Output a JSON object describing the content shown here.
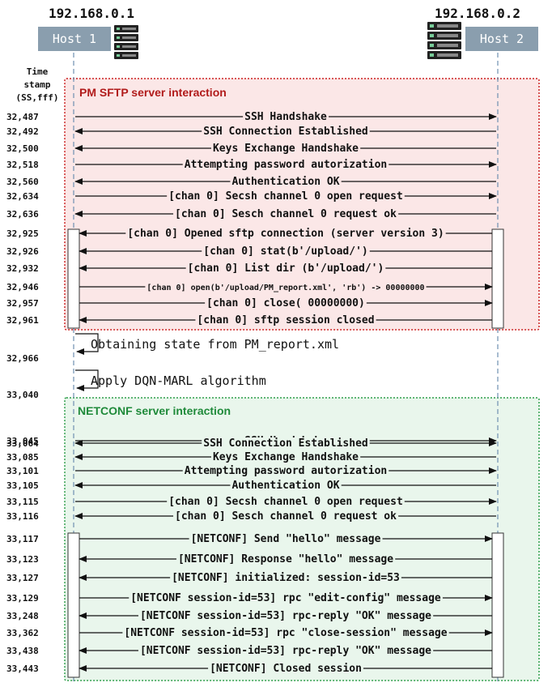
{
  "hosts": {
    "left": {
      "ip": "192.168.0.1",
      "name": "Host 1",
      "icon": "server-rack-icon"
    },
    "right": {
      "ip": "192.168.0.2",
      "name": "Host 2",
      "icon": "server-rack-icon"
    }
  },
  "colors": {
    "host_box": "#8a9eae",
    "lifeline": "#6f8fb0",
    "sftp_fill": "#fbe7e7",
    "sftp_border": "#cc2222",
    "sftp_title": "#b11b1b",
    "netconf_fill": "#e9f6ec",
    "netconf_border": "#2e9e4a",
    "netconf_title": "#1f8a3a"
  },
  "timestamp_header": [
    "Time",
    "stamp",
    "(SS,fff)"
  ],
  "sections": {
    "sftp": {
      "title": "PM SFTP server interaction"
    },
    "netconf": {
      "title": "NETCONF server interaction"
    }
  },
  "messages": [
    {
      "ts": "32,487",
      "label": "SSH Handshake",
      "dir": "right"
    },
    {
      "ts": "32,492",
      "label": "SSH Connection Established",
      "dir": "left"
    },
    {
      "ts": "32,500",
      "label": "Keys Exchange Handshake",
      "dir": "left"
    },
    {
      "ts": "32,518",
      "label": "Attempting password autorization",
      "dir": "right"
    },
    {
      "ts": "32,560",
      "label": "Authentication OK",
      "dir": "left"
    },
    {
      "ts": "32,634",
      "label": "[chan 0] Secsh channel 0 open request",
      "dir": "right"
    },
    {
      "ts": "32,636",
      "label": "[chan 0]  Sesch channel 0 request ok",
      "dir": "left"
    },
    {
      "ts": "32,925",
      "label": "[chan 0] Opened sftp connection (server version 3)",
      "dir": "left"
    },
    {
      "ts": "32,926",
      "label": "[chan 0] stat(b'/upload/')",
      "dir": "left"
    },
    {
      "ts": "32,932",
      "label": "[chan 0] List dir (b'/upload/')",
      "dir": "left"
    },
    {
      "ts": "32,946",
      "label": "[chan 0] open(b'/upload/PM_report.xml', 'rb') -> 00000000",
      "dir": "right"
    },
    {
      "ts": "32,957",
      "label": "[chan 0] close( 00000000)",
      "dir": "right"
    },
    {
      "ts": "32,961",
      "label": "[chan 0] sftp session closed",
      "dir": "left"
    },
    {
      "ts": "33,045",
      "label": "SSH Handshake",
      "dir": "right"
    },
    {
      "ts": "33,064",
      "label": "SSH Connection Established",
      "dir": "both"
    },
    {
      "ts": "33,085",
      "label": "Keys Exchange Handshake",
      "dir": "left"
    },
    {
      "ts": "33,101",
      "label": "Attempting password autorization",
      "dir": "right"
    },
    {
      "ts": "33,105",
      "label": "Authentication OK",
      "dir": "left"
    },
    {
      "ts": "33,115",
      "label": "[chan 0] Secsh channel 0 open request",
      "dir": "right"
    },
    {
      "ts": "33,116",
      "label": "[chan 0]  Sesch channel 0 request ok",
      "dir": "left"
    },
    {
      "ts": "33,117",
      "label": "[NETCONF] Send \"hello\" message",
      "dir": "right"
    },
    {
      "ts": "33,123",
      "label": "[NETCONF] Response \"hello\" message",
      "dir": "left"
    },
    {
      "ts": "33,127",
      "label": "[NETCONF] initialized: session-id=53",
      "dir": "left"
    },
    {
      "ts": "33,129",
      "label": "[NETCONF session-id=53] rpc \"edit-config\" message",
      "dir": "right"
    },
    {
      "ts": "33,248",
      "label": "[NETCONF session-id=53] rpc-reply \"OK\" message",
      "dir": "left"
    },
    {
      "ts": "33,362",
      "label": "[NETCONF session-id=53] rpc \"close-session\" message",
      "dir": "right"
    },
    {
      "ts": "33,438",
      "label": "[NETCONF session-id=53] rpc-reply \"OK\" message",
      "dir": "left"
    },
    {
      "ts": "33,443",
      "label": "[NETCONF] Closed session",
      "dir": "left"
    }
  ],
  "self_messages": [
    {
      "ts": "32,966",
      "label": "Obtaining state from PM_report.xml"
    },
    {
      "ts": "33,040",
      "label": "Apply DQN-MARL algorithm"
    }
  ]
}
